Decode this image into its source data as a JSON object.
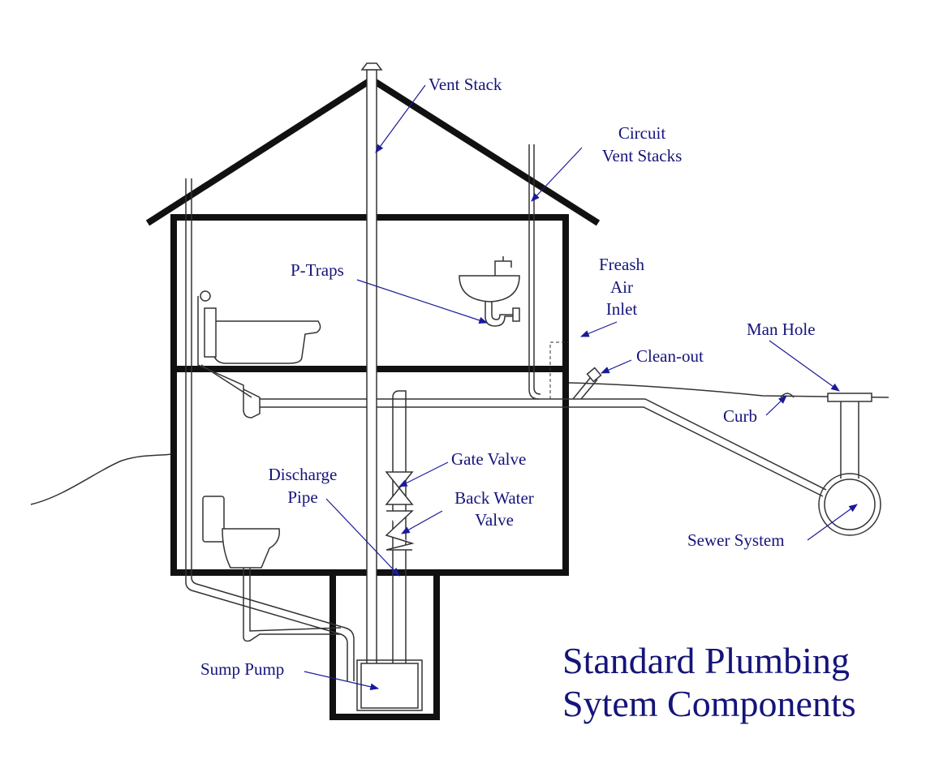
{
  "title": {
    "line1": "Standard Plumbing",
    "line2": "Sytem Components"
  },
  "labels": {
    "vent_stack": "Vent Stack",
    "circuit_vent_line1": "Circuit",
    "circuit_vent_line2": "Vent Stacks",
    "p_traps": "P-Traps",
    "fresh_air_line1": "Freash",
    "fresh_air_line2": "Air",
    "fresh_air_line3": "Inlet",
    "man_hole": "Man Hole",
    "clean_out": "Clean-out",
    "curb": "Curb",
    "gate_valve": "Gate Valve",
    "discharge_line1": "Discharge",
    "discharge_line2": "Pipe",
    "back_water_line1": "Back Water",
    "back_water_line2": "Valve",
    "sewer_system": "Sewer System",
    "sump_pump": "Sump Pump"
  },
  "colors": {
    "label": "#14147a",
    "title": "#14147a",
    "wall": "#111111",
    "pipe": "#333333"
  }
}
